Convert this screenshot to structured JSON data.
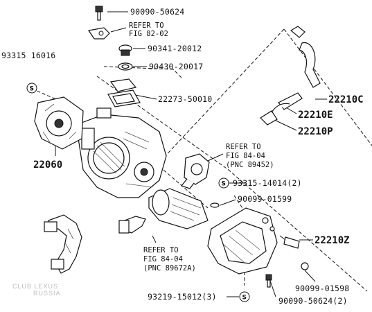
{
  "labels": {
    "p90090_50624": "90090-50624",
    "refer82_line1": "REFER TO",
    "refer82_line2": "FIG 82-02",
    "p90341_20012": "90341-20012",
    "p90430_20017": "90430-20017",
    "p93315_16016": "93315 16016",
    "p22273_50010": "22273-50010",
    "p22210C": "22210C",
    "p22210E": "22210E",
    "p22210P": "22210P",
    "p22060": "22060",
    "refer84a_line1": "REFER TO",
    "refer84a_line2": "FIG 84-04",
    "refer84a_line3": "(PNC 89452)",
    "p93315_14014": "93315-14014(2)",
    "p90099_01599": "90099-01599",
    "p22210Z": "22210Z",
    "refer84b_line1": "REFER TO",
    "refer84b_line2": "FIG 84-04",
    "refer84b_line3": "(PNC 89672A)",
    "p90099_01598": "90099-01598",
    "p93219_15012": "93219-15012(3)",
    "p90090_50624_2": "90090-50624(2)",
    "symbol_s": "S",
    "watermark_1": "CLUB LEXUS",
    "watermark_2": "RUSSIA"
  }
}
